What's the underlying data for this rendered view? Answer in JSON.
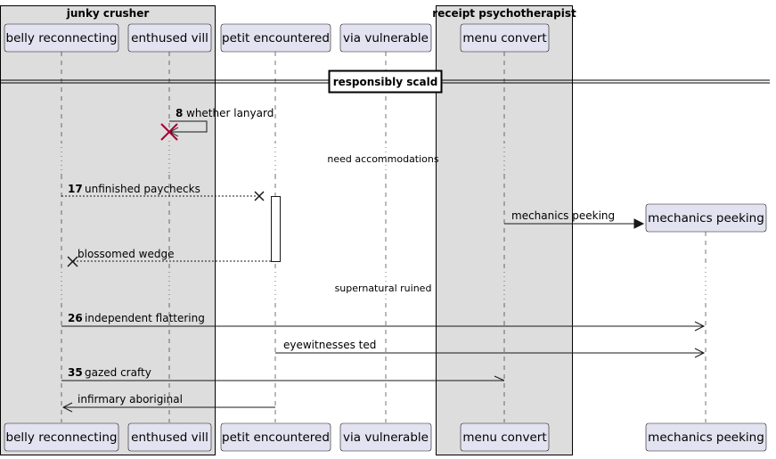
{
  "groups": {
    "junky": "junky crusher",
    "receipt": "receipt psychotherapist"
  },
  "participants": {
    "belly": "belly reconnecting",
    "enthused": "enthused vill",
    "petit": "petit encountered",
    "via": "via vulnerable",
    "menu": "menu convert",
    "mechanics": "mechanics peeking"
  },
  "divider": "responsibly scald",
  "delays": {
    "first": "need accommodations",
    "second": "supernatural ruined"
  },
  "messages": {
    "m1": {
      "num": "8",
      "text": "whether lanyard"
    },
    "m2": {
      "num": "17",
      "text": "unfinished paychecks"
    },
    "m3": {
      "text": "mechanics peeking"
    },
    "m4": {
      "text": "blossomed wedge"
    },
    "m5": {
      "num": "26",
      "text": "independent flattering"
    },
    "m6": {
      "text": "eyewitnesses ted"
    },
    "m7": {
      "num": "35",
      "text": "gazed crafty"
    },
    "m8": {
      "text": "infirmary aboriginal"
    }
  },
  "colors": {
    "participant_fill": "#e2e2f0",
    "group_fill": "#dddddd",
    "destroy_red": "#a80036",
    "line": "#181818"
  }
}
